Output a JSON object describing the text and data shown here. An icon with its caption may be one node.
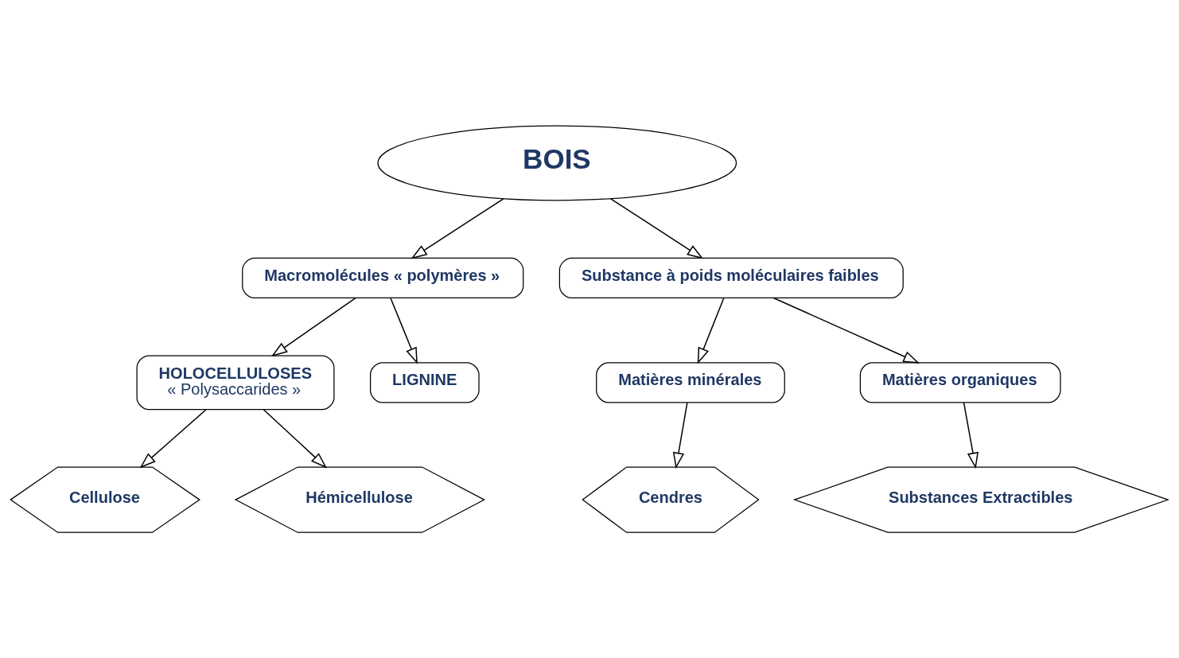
{
  "diagram": {
    "nodes": [
      {
        "text": [
          "BOIS"
        ]
      },
      {
        "text": [
          "Macromolécules « polymères »"
        ]
      },
      {
        "text": [
          "Substance à poids moléculaires faibles"
        ]
      },
      {
        "text": [
          "HOLOCELLULOSES",
          "« Polysaccarides »"
        ]
      },
      {
        "text": [
          "LIGNINE"
        ]
      },
      {
        "text": [
          "Matières minérales"
        ]
      },
      {
        "text": [
          "Matières organiques"
        ]
      },
      {
        "text": [
          "Cellulose"
        ]
      },
      {
        "text": [
          "Hémicellulose"
        ]
      },
      {
        "text": [
          "Cendres"
        ]
      },
      {
        "text": [
          "Substances Extractibles"
        ]
      }
    ],
    "edges": [
      {
        "from": 0,
        "to": 1,
        "arrow": "to"
      },
      {
        "from": 0,
        "to": 2,
        "arrow": "to"
      },
      {
        "from": 1,
        "to": 3,
        "arrow": "to"
      },
      {
        "from": 1,
        "to": 4,
        "arrow": "to"
      },
      {
        "from": 2,
        "to": 5,
        "arrow": "to"
      },
      {
        "from": 2,
        "to": 6,
        "arrow": "to"
      },
      {
        "from": 3,
        "to": 7,
        "arrow": "to"
      },
      {
        "from": 3,
        "to": 8,
        "arrow": "to"
      },
      {
        "from": 5,
        "to": 9,
        "arrow": "to"
      },
      {
        "from": 6,
        "to": 10,
        "arrow": "to"
      }
    ]
  }
}
